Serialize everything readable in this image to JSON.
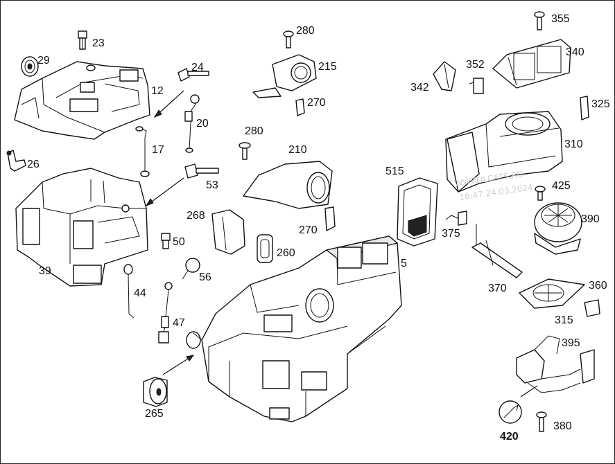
{
  "diagram": {
    "callouts": [
      {
        "id": "23",
        "label": "23"
      },
      {
        "id": "29",
        "label": "29"
      },
      {
        "id": "24",
        "label": "24"
      },
      {
        "id": "12",
        "label": "12"
      },
      {
        "id": "20",
        "label": "20"
      },
      {
        "id": "17",
        "label": "17"
      },
      {
        "id": "26",
        "label": "26"
      },
      {
        "id": "53",
        "label": "53"
      },
      {
        "id": "39",
        "label": "39"
      },
      {
        "id": "50",
        "label": "50"
      },
      {
        "id": "44",
        "label": "44"
      },
      {
        "id": "56",
        "label": "56"
      },
      {
        "id": "47",
        "label": "47"
      },
      {
        "id": "268",
        "label": "268"
      },
      {
        "id": "280a",
        "label": "280"
      },
      {
        "id": "215",
        "label": "215"
      },
      {
        "id": "270a",
        "label": "270"
      },
      {
        "id": "280b",
        "label": "280"
      },
      {
        "id": "210",
        "label": "210"
      },
      {
        "id": "270b",
        "label": "270"
      },
      {
        "id": "260",
        "label": "260"
      },
      {
        "id": "265",
        "label": "265"
      },
      {
        "id": "515",
        "label": "515"
      },
      {
        "id": "5",
        "label": "5"
      },
      {
        "id": "342",
        "label": "342"
      },
      {
        "id": "352",
        "label": "352"
      },
      {
        "id": "355",
        "label": "355"
      },
      {
        "id": "340",
        "label": "340"
      },
      {
        "id": "325",
        "label": "325"
      },
      {
        "id": "310",
        "label": "310"
      },
      {
        "id": "425",
        "label": "425"
      },
      {
        "id": "375",
        "label": "375"
      },
      {
        "id": "390",
        "label": "390"
      },
      {
        "id": "370",
        "label": "370"
      },
      {
        "id": "360",
        "label": "360"
      },
      {
        "id": "315",
        "label": "315"
      },
      {
        "id": "395",
        "label": "395"
      },
      {
        "id": "420",
        "label": "420"
      },
      {
        "id": "380",
        "label": "380"
      }
    ],
    "watermark": {
      "line1": "WWW.ILCATS.RU",
      "line2": "16:47 24.03.2024"
    }
  }
}
